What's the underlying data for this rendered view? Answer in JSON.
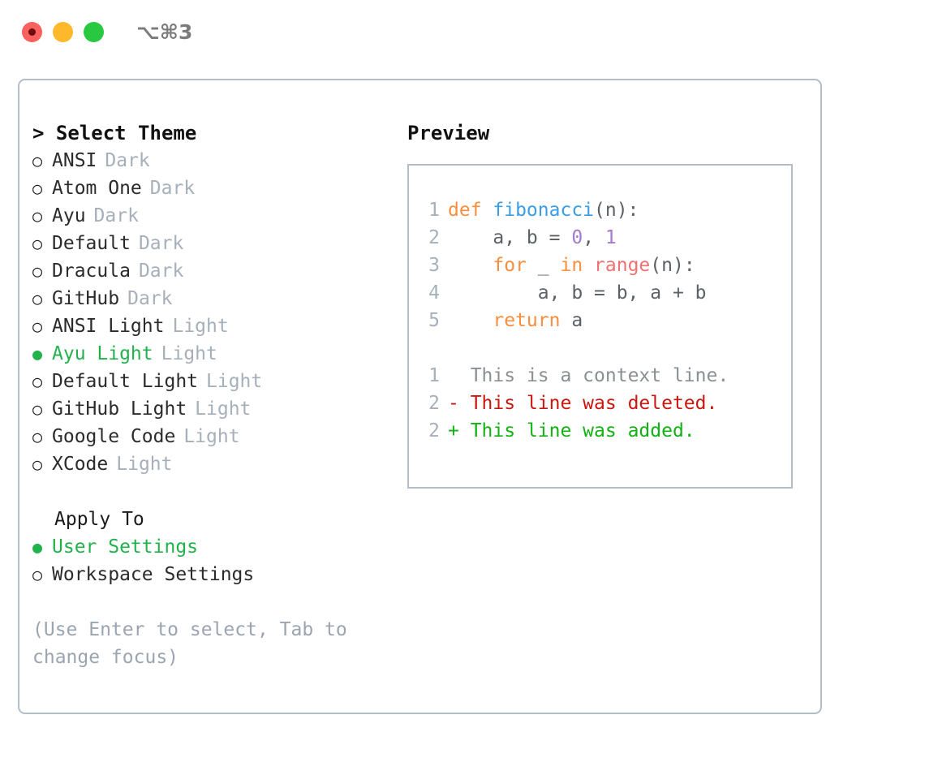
{
  "titlebar": {
    "shortcut": "⌥⌘3",
    "buttons": [
      {
        "name": "close",
        "color": "#f9615e"
      },
      {
        "name": "minimize",
        "color": "#fdb92b"
      },
      {
        "name": "maximize",
        "color": "#28c840"
      }
    ]
  },
  "theme_picker": {
    "heading": "> Select Theme",
    "options": [
      {
        "marker": "○",
        "label": "ANSI",
        "tag": "Dark",
        "selected": false
      },
      {
        "marker": "○",
        "label": "Atom One",
        "tag": "Dark",
        "selected": false
      },
      {
        "marker": "○",
        "label": "Ayu",
        "tag": "Dark",
        "selected": false
      },
      {
        "marker": "○",
        "label": "Default",
        "tag": "Dark",
        "selected": false
      },
      {
        "marker": "○",
        "label": "Dracula",
        "tag": "Dark",
        "selected": false
      },
      {
        "marker": "○",
        "label": "GitHub",
        "tag": "Dark",
        "selected": false
      },
      {
        "marker": "○",
        "label": "ANSI Light",
        "tag": "Light",
        "selected": false
      },
      {
        "marker": "●",
        "label": "Ayu Light",
        "tag": "Light",
        "selected": true
      },
      {
        "marker": "○",
        "label": "Default Light",
        "tag": "Light",
        "selected": false
      },
      {
        "marker": "○",
        "label": "GitHub Light",
        "tag": "Light",
        "selected": false
      },
      {
        "marker": "○",
        "label": "Google Code",
        "tag": "Light",
        "selected": false
      },
      {
        "marker": "○",
        "label": "XCode",
        "tag": "Light",
        "selected": false
      }
    ]
  },
  "apply_to": {
    "heading": "Apply To",
    "options": [
      {
        "marker": "●",
        "label": "User Settings",
        "selected": true
      },
      {
        "marker": "○",
        "label": "Workspace Settings",
        "selected": false
      }
    ]
  },
  "hint": "(Use Enter to select, Tab to change focus)",
  "preview": {
    "title": "Preview",
    "code_lines": [
      {
        "no": "1",
        "tokens": [
          {
            "t": "def ",
            "c": "kw"
          },
          {
            "t": "fibonacci",
            "c": "fn"
          },
          {
            "t": "(n):",
            "c": "pl"
          }
        ]
      },
      {
        "no": "2",
        "tokens": [
          {
            "t": "    a, b = ",
            "c": "pl"
          },
          {
            "t": "0",
            "c": "num"
          },
          {
            "t": ", ",
            "c": "pl"
          },
          {
            "t": "1",
            "c": "num"
          }
        ]
      },
      {
        "no": "3",
        "tokens": [
          {
            "t": "    ",
            "c": "pl"
          },
          {
            "t": "for",
            "c": "kw"
          },
          {
            "t": " _ ",
            "c": "pl"
          },
          {
            "t": "in",
            "c": "kw"
          },
          {
            "t": " ",
            "c": "pl"
          },
          {
            "t": "range",
            "c": "bi"
          },
          {
            "t": "(n):",
            "c": "pl"
          }
        ]
      },
      {
        "no": "4",
        "tokens": [
          {
            "t": "        a, b = b, a + b",
            "c": "pl"
          }
        ]
      },
      {
        "no": "5",
        "tokens": [
          {
            "t": "    ",
            "c": "pl"
          },
          {
            "t": "return",
            "c": "kw"
          },
          {
            "t": " a",
            "c": "pl"
          }
        ]
      }
    ],
    "diff_lines": [
      {
        "no": "1",
        "sign": " ",
        "text": " This is a context line.",
        "kind": "ctx"
      },
      {
        "no": "2",
        "sign": "-",
        "text": " This line was deleted.",
        "kind": "del"
      },
      {
        "no": "2",
        "sign": "+",
        "text": " This line was added.",
        "kind": "add"
      }
    ]
  },
  "colors": {
    "accent_green": "#22b24c",
    "muted": "#a6b0bb",
    "border": "#b3bdc8",
    "keyword": "#fa8d3e",
    "function": "#399ee6",
    "number": "#a37acc",
    "builtin": "#f07171",
    "plain": "#5c6166",
    "diff_delete": "#c9180f",
    "diff_add": "#11b211",
    "diff_context": "#8a8f94"
  }
}
